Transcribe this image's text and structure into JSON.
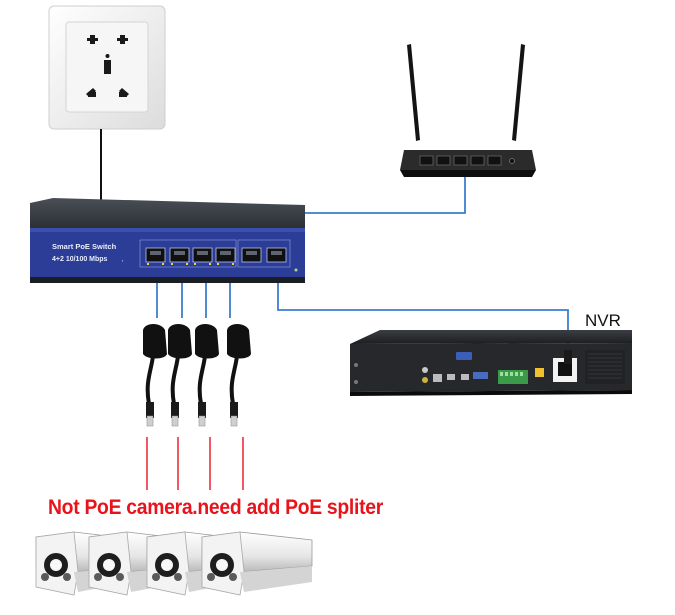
{
  "switch": {
    "title": "Smart PoE Switch",
    "subtitle": "4+2 10/100 Mbps"
  },
  "nvr": {
    "label": "NVR"
  },
  "caption": {
    "text": "Not PoE camera.need add PoE spliter"
  },
  "colors": {
    "caption": "#e8141b",
    "ethernet_cable": "#3a7fd0",
    "splitter_line": "#e8141b",
    "power_cable": "#111111",
    "switch_panel": "#2b3d97"
  },
  "icons": [
    "wall-socket-icon",
    "router-icon",
    "poe-switch-icon",
    "nvr-icon",
    "poe-splitter-icon",
    "camera-icon"
  ]
}
